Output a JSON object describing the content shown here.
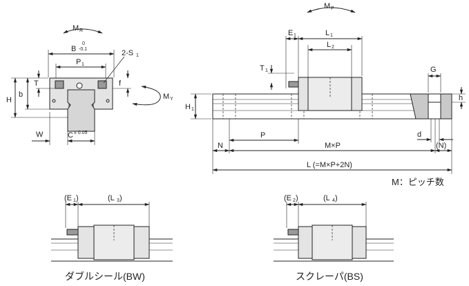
{
  "colors": {
    "line": "#222222",
    "part_fill": "#e4e4e4",
    "part_dark": "#9a9a9a",
    "end_face": "#c9c9c9"
  },
  "section_view": {
    "moment_label": "M",
    "moment_sub": "R",
    "width_label": "B",
    "tol_upper": "0",
    "tol_lower": "-0.1",
    "hole_label": "2-S",
    "hole_sub": "1",
    "pitch_label": "P",
    "pitch_sub": "1",
    "t_label": "T",
    "h_label": "H",
    "b_label": "b",
    "f_label": "f",
    "w_label": "W",
    "c_label": "C",
    "c_tol": "± 0.05",
    "my_label": "M",
    "my_sub": "Y"
  },
  "side_view": {
    "mp_label": "M",
    "mp_sub": "P",
    "e1_label": "E",
    "e1_sub": "1",
    "l1_label": "L",
    "l1_sub": "1",
    "l2_label": "L",
    "l2_sub": "2",
    "t1_label": "T",
    "t1_sub": "1",
    "h1_label": "H",
    "h1_sub": "1",
    "p_label": "P",
    "n_label": "N",
    "mxp_label": "M×P",
    "n_paren_label": "(N)",
    "d_label": "d",
    "g_label": "G",
    "h_small_label": "h",
    "l_total_label": "L (=M×P+2N)",
    "pitch_note": "M：ピッチ数"
  },
  "bw_view": {
    "e_label": "(E",
    "e_sub": "1",
    "e_close": ")",
    "l_label": "(L",
    "l_sub": "3",
    "l_close": ")",
    "caption": "ダブルシール(BW)"
  },
  "bs_view": {
    "e_label": "(E",
    "e_sub": "2",
    "e_close": ")",
    "l_label": "(L",
    "l_sub": "4",
    "l_close": ")",
    "caption": "スクレーパ(BS)"
  }
}
